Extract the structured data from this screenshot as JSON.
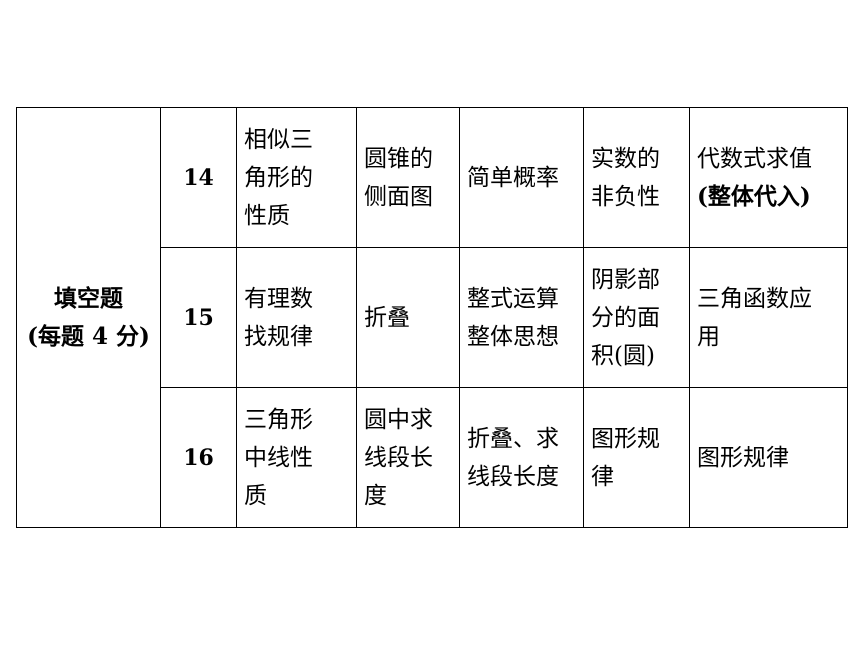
{
  "category": {
    "line1": "填空题",
    "line2": "(每题 4 分)"
  },
  "rows": [
    {
      "number": "14",
      "c1": [
        "相似三",
        "角形的",
        "性质"
      ],
      "c2": [
        "圆锥的",
        "侧面图"
      ],
      "c3": [
        "简单概率"
      ],
      "c4": [
        "实数的",
        "非负性"
      ],
      "c5": [
        "代数式求值",
        "(整体代入)"
      ]
    },
    {
      "number": "15",
      "c1": [
        "有理数",
        "找规律"
      ],
      "c2": [
        "折叠"
      ],
      "c3": [
        "整式运算",
        "整体思想"
      ],
      "c4": [
        "阴影部",
        "分的面",
        "积(圆)"
      ],
      "c5": [
        "三角函数应",
        "用"
      ]
    },
    {
      "number": "16",
      "c1": [
        "三角形",
        "中线性",
        "质"
      ],
      "c2": [
        "圆中求",
        "线段长",
        "度"
      ],
      "c3": [
        "折叠、求",
        "线段长度"
      ],
      "c4": [
        "图形规",
        "律"
      ],
      "c5": [
        "图形规律"
      ]
    }
  ]
}
